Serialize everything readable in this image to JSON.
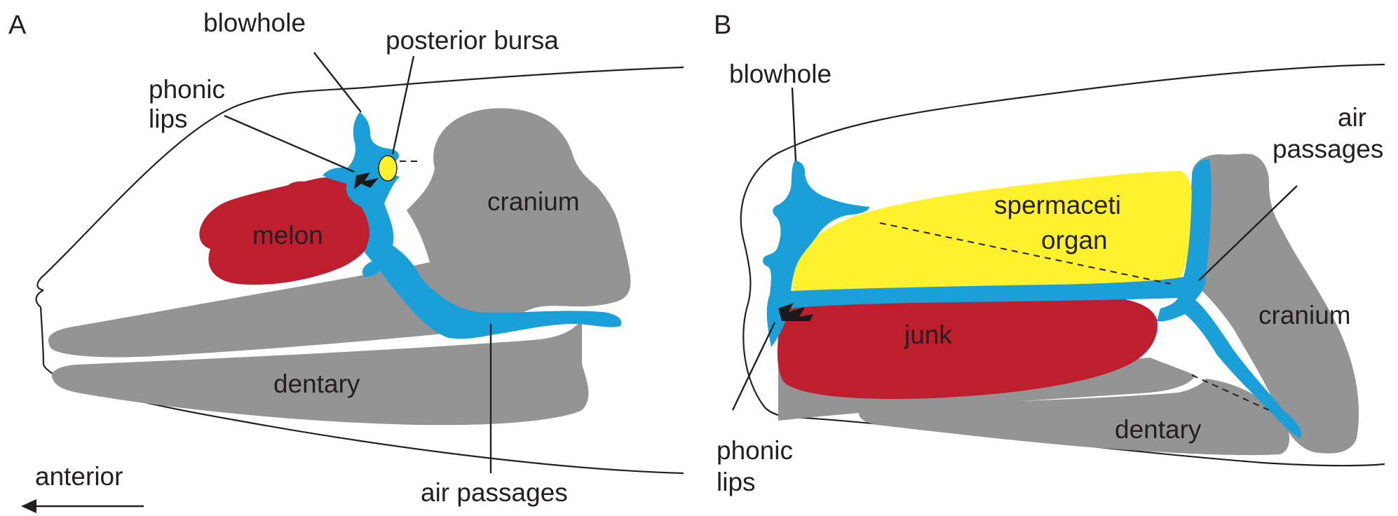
{
  "panel_a": {
    "letter": "A",
    "labels": {
      "blowhole": "blowhole",
      "posterior_bursa": "posterior bursa",
      "phonic_lips_1": "phonic",
      "phonic_lips_2": "lips",
      "melon": "melon",
      "cranium": "cranium",
      "dentary": "dentary",
      "air_passages": "air passages",
      "anterior": "anterior"
    }
  },
  "panel_b": {
    "letter": "B",
    "labels": {
      "blowhole": "blowhole",
      "air_passages_1": "air",
      "air_passages_2": "passages",
      "spermaceti_1": "spermaceti",
      "spermaceti_2": "organ",
      "junk": "junk",
      "cranium": "cranium",
      "dentary": "dentary",
      "phonic_lips_1": "phonic",
      "phonic_lips_2": "lips"
    }
  },
  "colors": {
    "bone": "#949494",
    "air": "#1b9fd8",
    "melon_junk": "#bf1e2e",
    "spermaceti": "#fff22d",
    "phonic_lips": "#1a1a1a"
  }
}
